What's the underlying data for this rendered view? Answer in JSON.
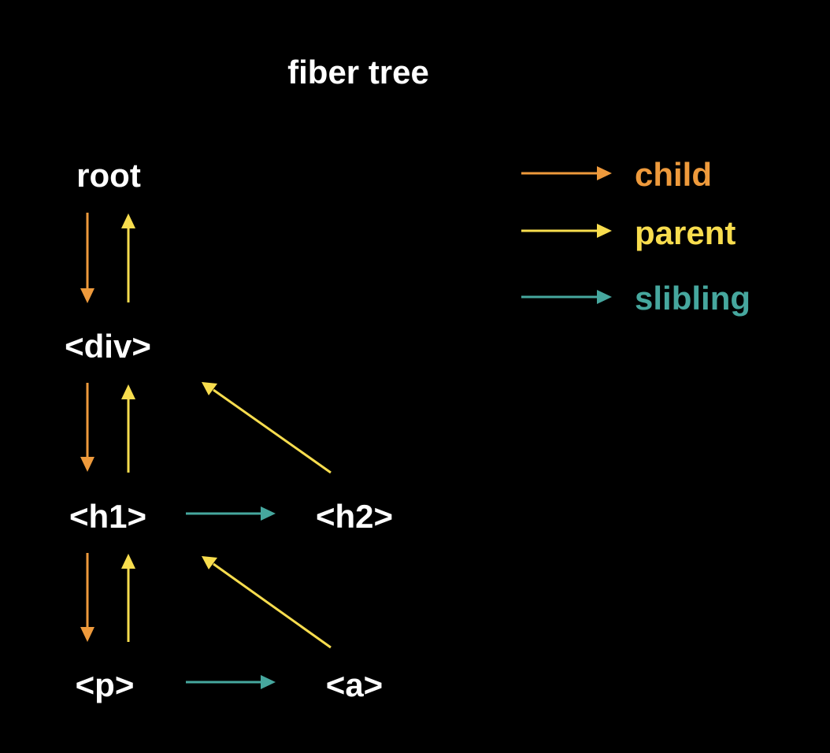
{
  "title": "fiber tree",
  "nodes": {
    "root": "root",
    "div": "<div>",
    "h1": "<h1>",
    "h2": "<h2>",
    "p": "<p>",
    "a": "<a>"
  },
  "legend": {
    "child": "child",
    "parent": "parent",
    "sibling": "slibling"
  },
  "colors": {
    "background": "#000000",
    "child": "#EE9A3C",
    "parent": "#F8DD4E",
    "sibling": "#46A79E",
    "node_text": "#FFFFFF"
  },
  "edges": [
    {
      "from": "root",
      "to": "div",
      "type": "child"
    },
    {
      "from": "div",
      "to": "root",
      "type": "parent"
    },
    {
      "from": "div",
      "to": "h1",
      "type": "child"
    },
    {
      "from": "h1",
      "to": "div",
      "type": "parent"
    },
    {
      "from": "h2",
      "to": "div",
      "type": "parent"
    },
    {
      "from": "h1",
      "to": "h2",
      "type": "sibling"
    },
    {
      "from": "h1",
      "to": "p",
      "type": "child"
    },
    {
      "from": "p",
      "to": "h1",
      "type": "parent"
    },
    {
      "from": "a",
      "to": "h1",
      "type": "parent"
    },
    {
      "from": "p",
      "to": "a",
      "type": "sibling"
    }
  ]
}
